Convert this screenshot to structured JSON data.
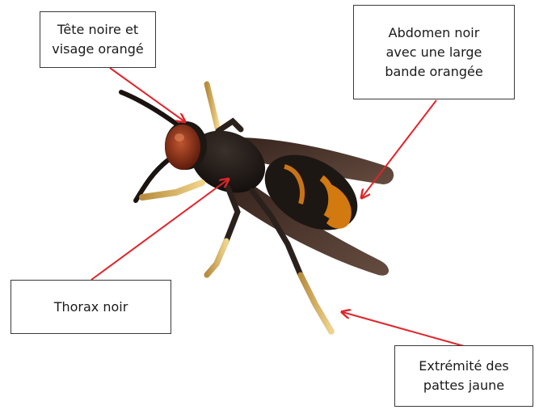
{
  "callouts": {
    "head": {
      "line1": "Tête noire et",
      "line2": "visage orangé"
    },
    "abdomen": {
      "line1": "Abdomen noir",
      "line2": "avec une large",
      "line3": "bande orangée"
    },
    "thorax": {
      "line1": "Thorax noir"
    },
    "legs": {
      "line1": "Extrémité des",
      "line2": "pattes jaune"
    }
  },
  "colors": {
    "arrow": "#e0252b",
    "box_border": "#3a3a3a",
    "body_black": "#1d1714",
    "head_orange": "#8a2f17",
    "abdomen_band": "#d27a10",
    "leg_yellow": "#e6c36a",
    "wing": "#3b241a"
  }
}
